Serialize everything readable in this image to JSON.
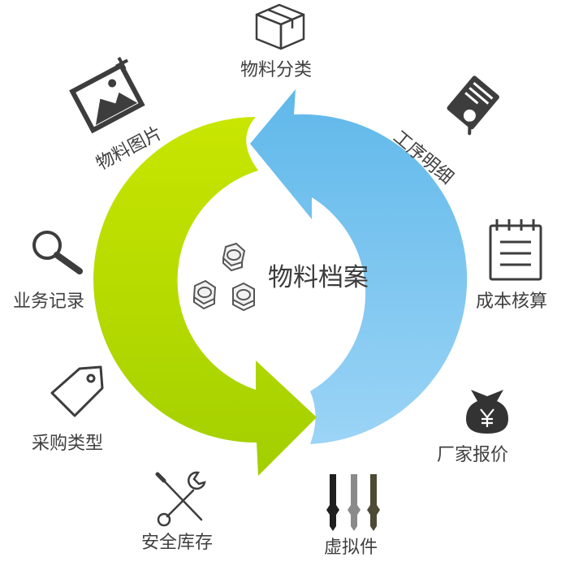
{
  "center": {
    "title": "物料档案"
  },
  "items": {
    "material_category": "物料分类",
    "process_detail": "工序明细",
    "cost_accounting": "成本核算",
    "vendor_quote": "厂家报价",
    "virtual_part": "虚拟件",
    "safety_stock": "安全库存",
    "purchase_type": "采购类型",
    "business_record": "业务记录",
    "material_image": "物料图片"
  },
  "colors": {
    "blue_arrow": "#7cc8f0",
    "green_arrow": "#a9d400",
    "icon_dark": "#3d3d3d",
    "icon_gray": "#8a8a8a",
    "icon_olive": "#4d4a35"
  },
  "icons": {
    "material_category": "box-icon",
    "process_detail": "document-search-icon",
    "cost_accounting": "notepad-icon",
    "vendor_quote": "money-bag-yen-icon",
    "virtual_part": "connectors-icon",
    "safety_stock": "wrench-screwdriver-icon",
    "purchase_type": "price-tag-icon",
    "business_record": "magnifier-icon",
    "material_image": "image-add-icon",
    "center": "hex-nuts-icon"
  }
}
